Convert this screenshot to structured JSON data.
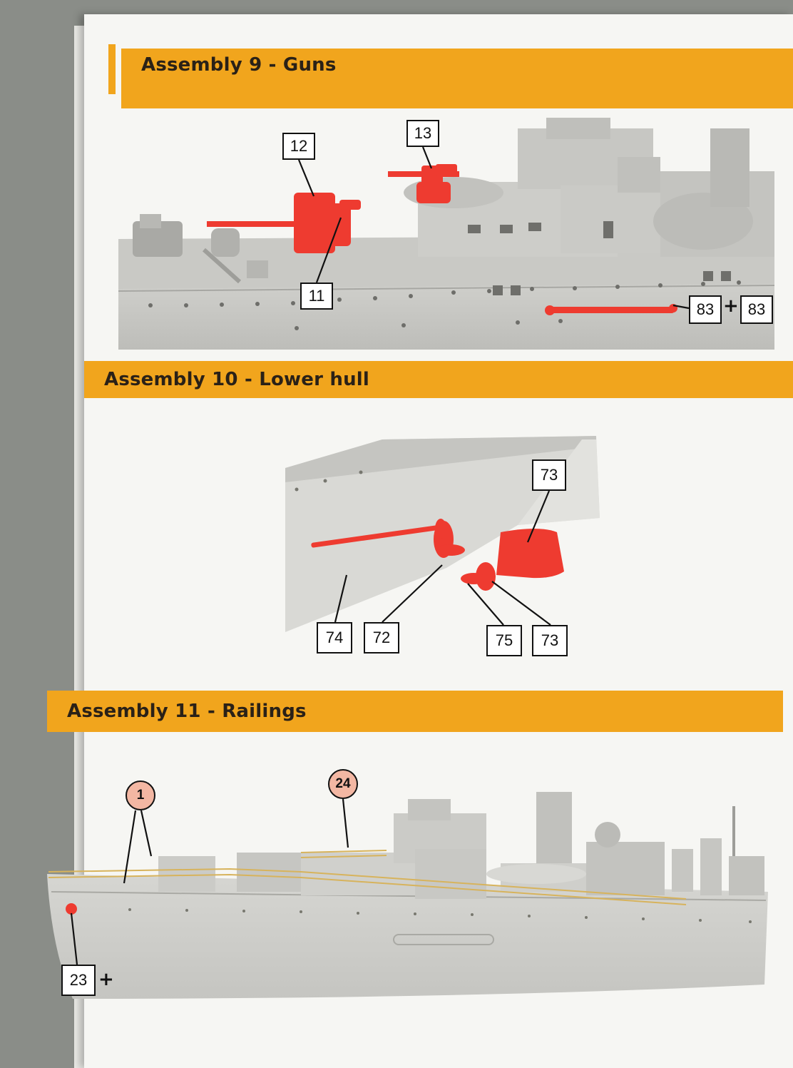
{
  "assemblies": [
    {
      "title": "Assembly 9 - Guns"
    },
    {
      "title": "Assembly 10 - Lower hull"
    },
    {
      "title": "Assembly 11 - Railings"
    }
  ],
  "callouts": {
    "a9": {
      "p12": "12",
      "p13": "13",
      "p11": "11",
      "p83a": "83",
      "p83b": "83",
      "plus": "+"
    },
    "a10": {
      "p73top": "73",
      "p74": "74",
      "p72": "72",
      "p75": "75",
      "p73bottom": "73"
    },
    "a11": {
      "p1": "1",
      "p24": "24",
      "p23": "23",
      "plus": "+"
    }
  },
  "colors": {
    "header": "#f1a51d",
    "part_highlight": "#ee3b30",
    "model_grey": "#d4d4d0",
    "photoetch_circle": "#f3b7a3"
  }
}
